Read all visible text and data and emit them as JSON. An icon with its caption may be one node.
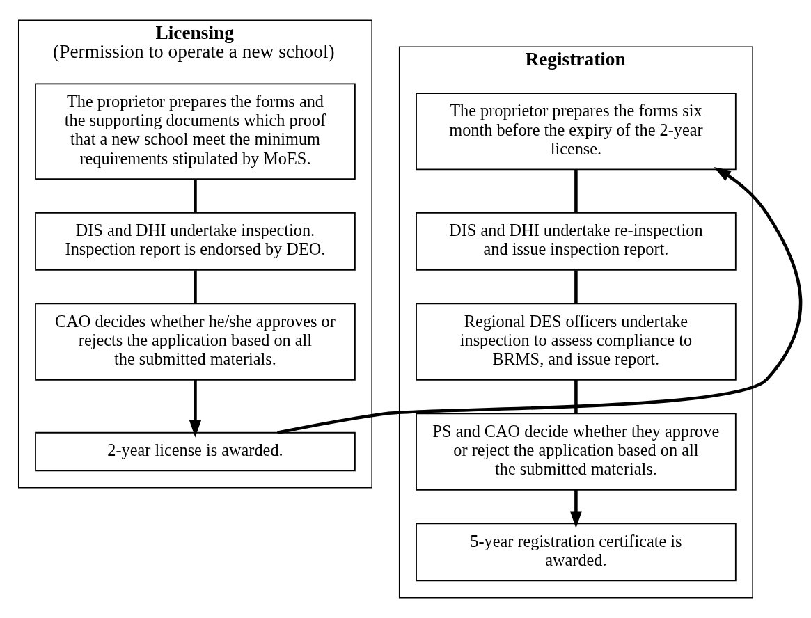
{
  "diagram": {
    "nodes": [
      {
        "text": [
          "Licensing",
          "(Permission to operate a new school)"
        ]
      },
      {
        "text": [
          "The proprietor prepares the forms and the supporting documents which proof that a new school meet the minimum requirements stipulated by MoES."
        ],
        "in": 0
      },
      {
        "text": [
          "DIS and DHI undertake inspection. Inspection report is endorsed by DEO."
        ],
        "in": 0
      },
      {
        "text": [
          "CAO decides whether he/she approves or rejects the application based on all the submitted materials."
        ],
        "in": 0
      },
      {
        "text": [
          "2-year license is awarded."
        ],
        "in": 0
      },
      {
        "text": [
          "Registration"
        ]
      },
      {
        "text": [
          "The proprietor prepares the forms six month before the expiry of the 2-year license."
        ],
        "in": 5
      },
      {
        "text": [
          "DIS and DHI undertake re-inspection and issue inspection report."
        ],
        "in": 5
      },
      {
        "text": [
          "Regional DES officers undertake inspection to assess compliance to BRMS, and issue report."
        ],
        "in": 5
      },
      {
        "text": [
          "PS and CAO decide whether they approve or reject the application based on all the submitted materials."
        ],
        "in": 5
      },
      {
        "text": [
          "5-year registration certificate is awarded."
        ],
        "in": 5
      }
    ],
    "edges": [
      {
        "from": 1,
        "to": 2,
        "arrow": "none"
      },
      {
        "from": 2,
        "to": 3,
        "arrow": "none"
      },
      {
        "from": 3,
        "to": 4,
        "arrow": "to"
      },
      {
        "from": 4,
        "to": 6,
        "arrow": "to"
      },
      {
        "from": 6,
        "to": 7,
        "arrow": "none"
      },
      {
        "from": 7,
        "to": 8,
        "arrow": "none"
      },
      {
        "from": 8,
        "to": 9,
        "arrow": "none"
      },
      {
        "from": 9,
        "to": 10,
        "arrow": "to"
      }
    ]
  }
}
